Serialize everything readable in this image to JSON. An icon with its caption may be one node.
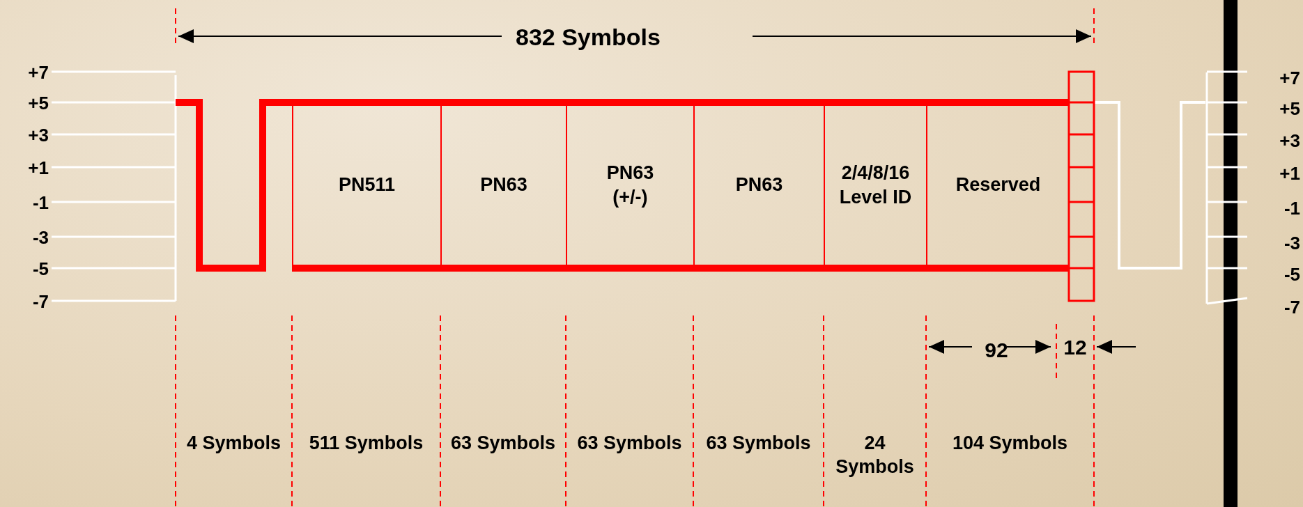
{
  "diagram": {
    "nodes": [
      {
        "text": [
          "PN511"
        ]
      },
      {
        "text": [
          "PN63"
        ]
      },
      {
        "text": [
          "PN63 (+/-)"
        ]
      },
      {
        "text": [
          "PN63"
        ]
      },
      {
        "text": [
          "2/4/8/16 Level ID"
        ]
      },
      {
        "text": [
          "Reserved"
        ]
      }
    ],
    "labels": [
      "832 Symbols",
      "+7",
      "+5",
      "+3",
      "+1",
      "-1",
      "-3",
      "-5",
      "-7",
      "+7",
      "+5",
      "+3",
      "+1",
      "-1",
      "-3",
      "-5",
      "-7",
      "92",
      "12",
      "4 Symbols",
      "511 Symbols",
      "63 Symbols",
      "63 Symbols",
      "63 Symbols",
      "24 Symbols",
      "104 Symbols"
    ]
  }
}
